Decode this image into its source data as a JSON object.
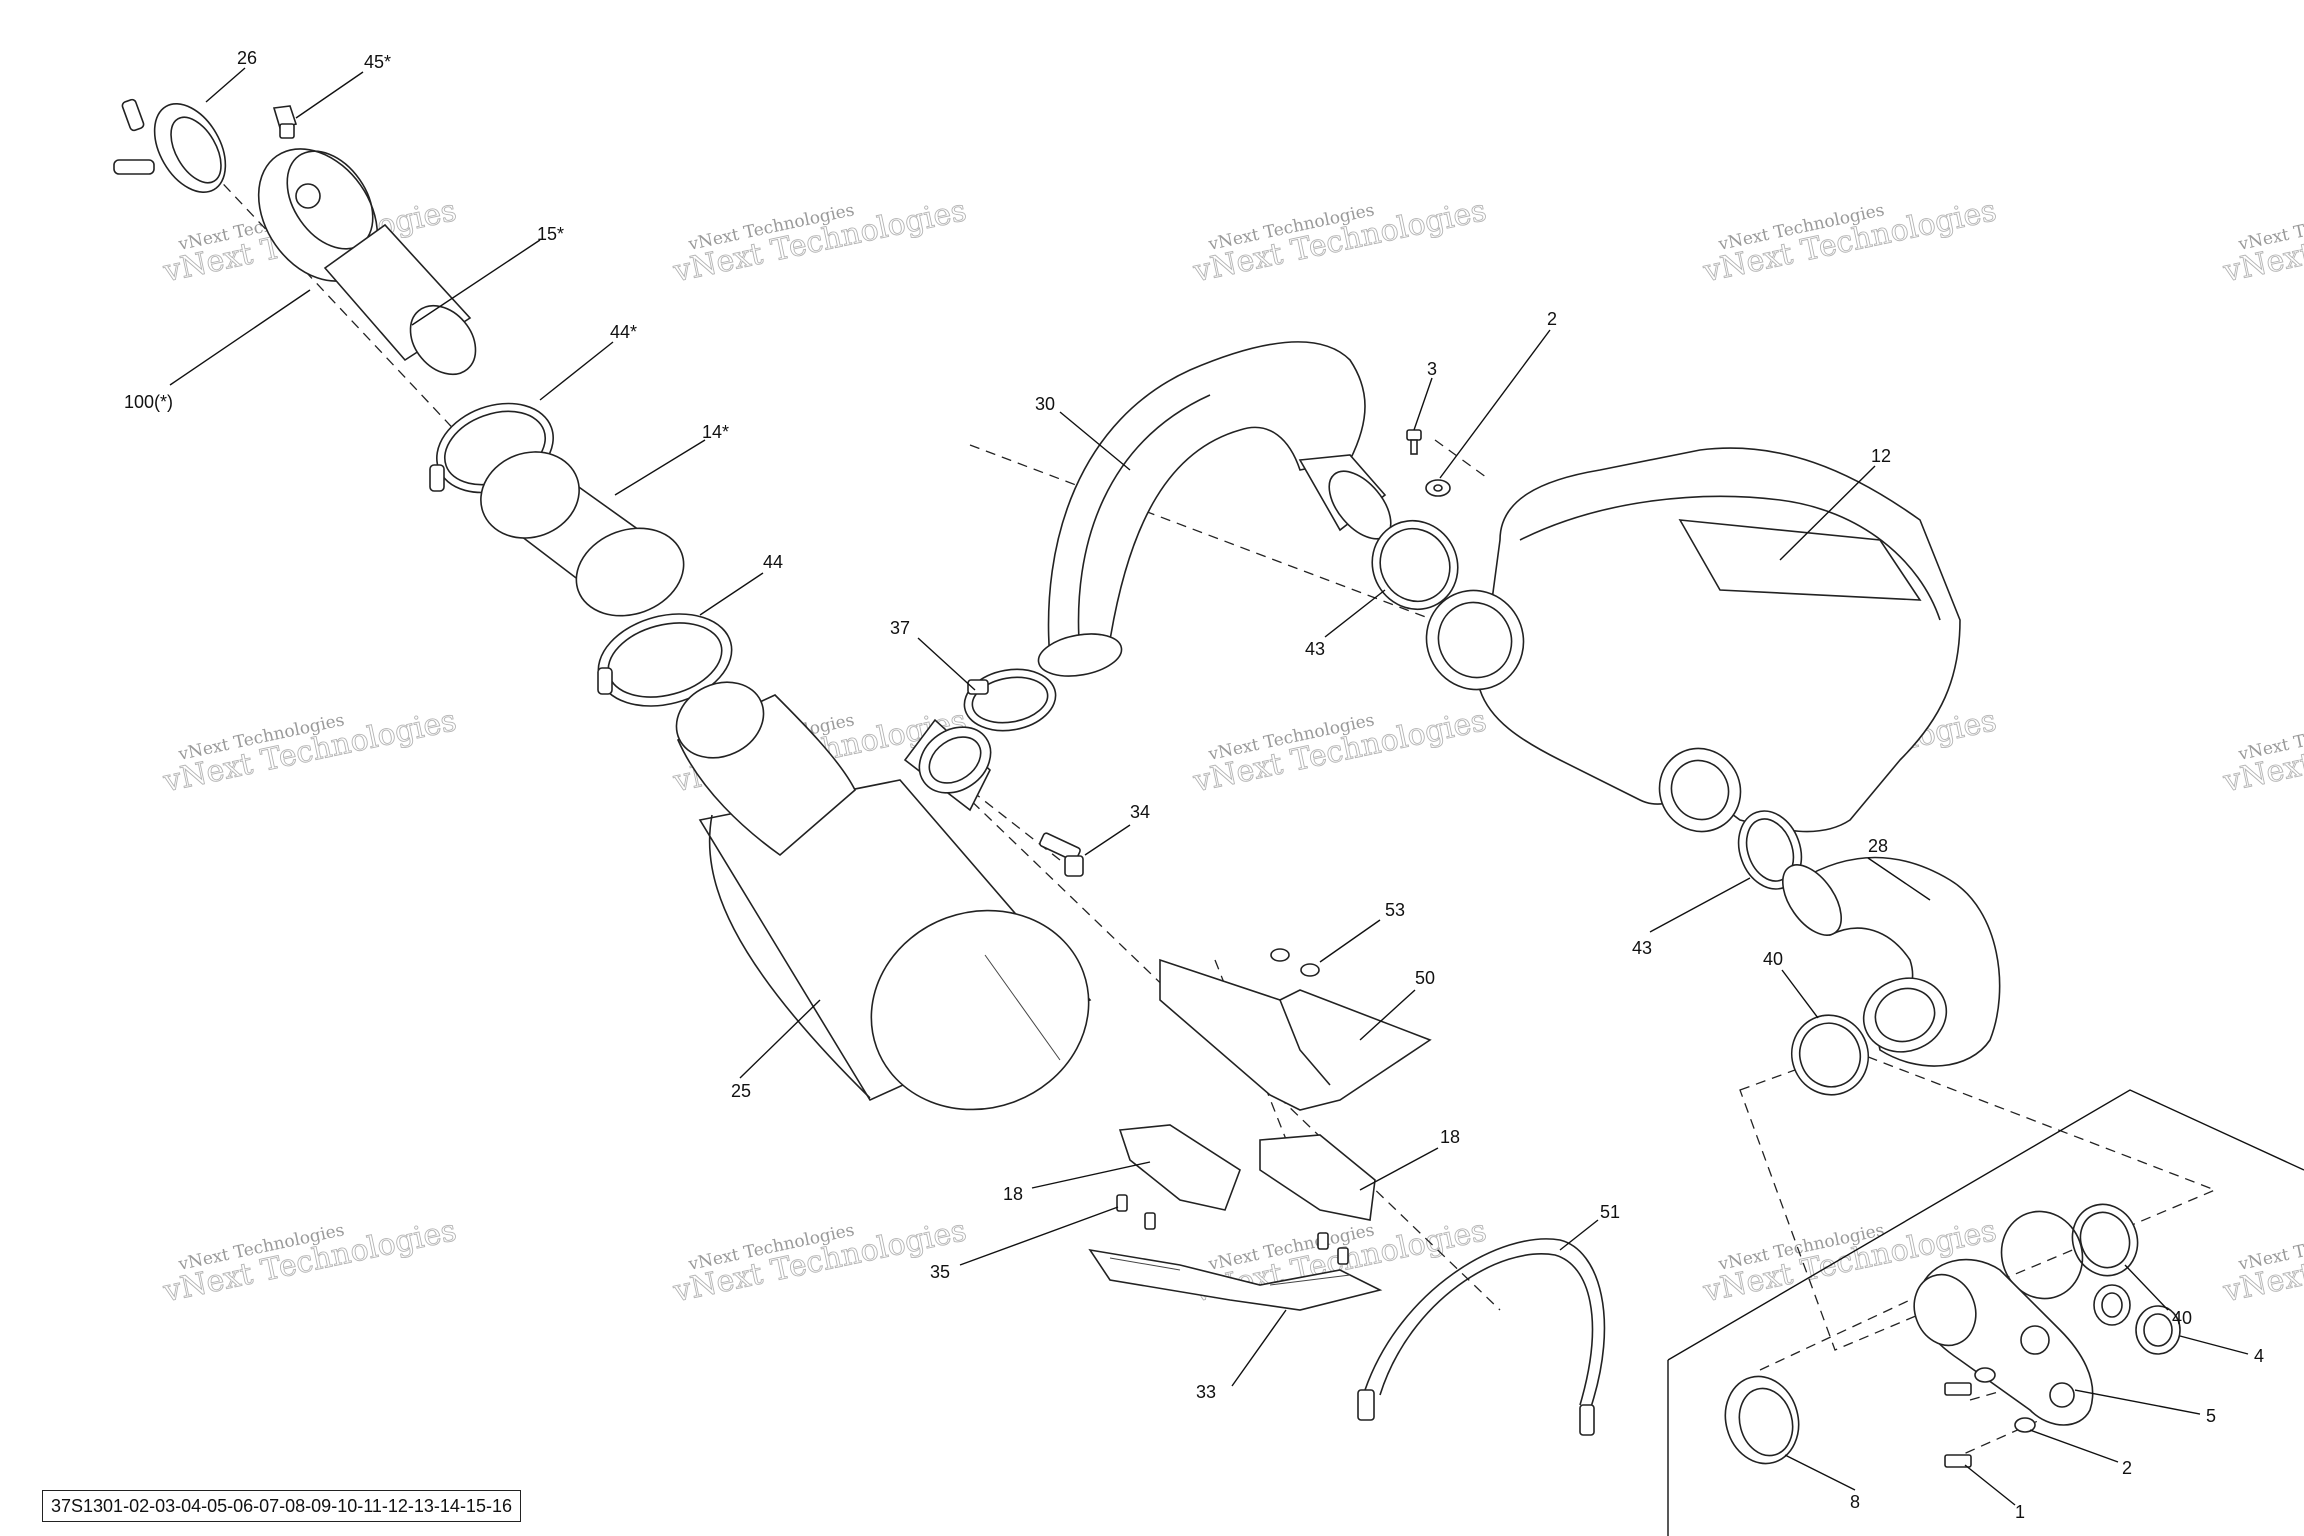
{
  "diagram_code": "37S1301-02-03-04-05-06-07-08-09-10-11-12-13-14-15-16",
  "watermark": {
    "line1": "vNext Technologies",
    "line2": "vNext Technologies"
  },
  "callouts": [
    {
      "id": "c26",
      "label": "26"
    },
    {
      "id": "c45s",
      "label": "45*"
    },
    {
      "id": "c15s",
      "label": "15*"
    },
    {
      "id": "c100",
      "label": "100(*)"
    },
    {
      "id": "c44s",
      "label": "44*"
    },
    {
      "id": "c14s",
      "label": "14*"
    },
    {
      "id": "c44",
      "label": "44"
    },
    {
      "id": "c37",
      "label": "37"
    },
    {
      "id": "c30",
      "label": "30"
    },
    {
      "id": "c3",
      "label": "3"
    },
    {
      "id": "c2a",
      "label": "2"
    },
    {
      "id": "c12",
      "label": "12"
    },
    {
      "id": "c43a",
      "label": "43"
    },
    {
      "id": "c34",
      "label": "34"
    },
    {
      "id": "c28",
      "label": "28"
    },
    {
      "id": "c43b",
      "label": "43"
    },
    {
      "id": "c40a",
      "label": "40"
    },
    {
      "id": "c53",
      "label": "53"
    },
    {
      "id": "c50",
      "label": "50"
    },
    {
      "id": "c25",
      "label": "25"
    },
    {
      "id": "c18a",
      "label": "18"
    },
    {
      "id": "c18b",
      "label": "18"
    },
    {
      "id": "c35",
      "label": "35"
    },
    {
      "id": "c51",
      "label": "51"
    },
    {
      "id": "c33",
      "label": "33"
    },
    {
      "id": "c40b",
      "label": "40"
    },
    {
      "id": "c4",
      "label": "4"
    },
    {
      "id": "c5",
      "label": "5"
    },
    {
      "id": "c2b",
      "label": "2"
    },
    {
      "id": "c8",
      "label": "8"
    },
    {
      "id": "c1",
      "label": "1"
    }
  ]
}
